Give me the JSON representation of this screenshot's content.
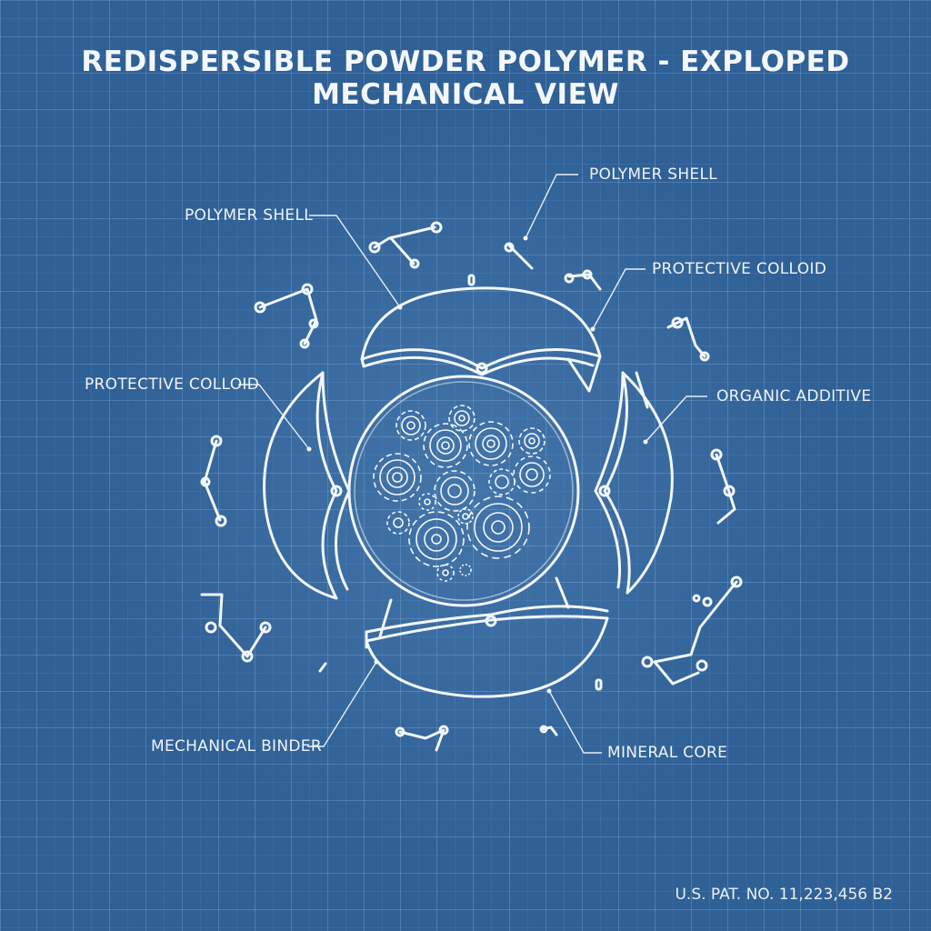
{
  "title": "REDISPERSIBLE POWDER POLYMER - EXPLOPED MECHANICAL VIEW",
  "labels": {
    "polymer_shell_left": "POLYMER SHELL",
    "polymer_shell_right": "POLYMER SHELL",
    "protective_colloid_left": "PROTECTIVE COLLOID",
    "protective_colloid_right": "PROTECTIVE COLLOID",
    "organic_additive": "ORGANIC ADDITIVE",
    "mechanical_binder": "MECHANICAL BINDER",
    "mineral_core": "MINERAL CORE"
  },
  "patent": "U.S. PAT. NO. 11,223,456 B2",
  "colors": {
    "background": "#2f6096",
    "line": "#f2f7fc"
  }
}
